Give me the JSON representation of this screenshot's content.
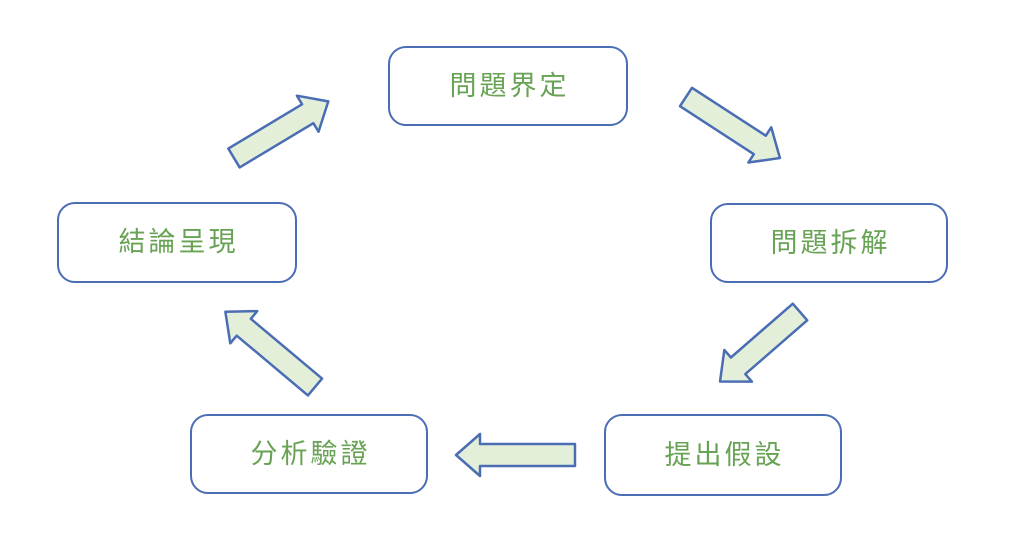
{
  "diagram": {
    "type": "cycle-flowchart",
    "steps": [
      {
        "label": "問題界定",
        "position": "top"
      },
      {
        "label": "問題拆解",
        "position": "right"
      },
      {
        "label": "提出假設",
        "position": "bottom-right"
      },
      {
        "label": "分析驗證",
        "position": "bottom-left"
      },
      {
        "label": "結論呈現",
        "position": "left"
      }
    ],
    "connections": [
      {
        "from": "問題界定",
        "to": "問題拆解"
      },
      {
        "from": "問題拆解",
        "to": "提出假設"
      },
      {
        "from": "提出假設",
        "to": "分析驗證"
      },
      {
        "from": "分析驗證",
        "to": "結論呈現"
      },
      {
        "from": "結論呈現",
        "to": "問題界定"
      }
    ],
    "colors": {
      "background": "#ffffff",
      "box_border": "#4a6db4",
      "box_fill": "#ffffff",
      "label_text": "#68a254",
      "arrow_fill": "#e3efd9",
      "arrow_border": "#4a6db4"
    }
  }
}
